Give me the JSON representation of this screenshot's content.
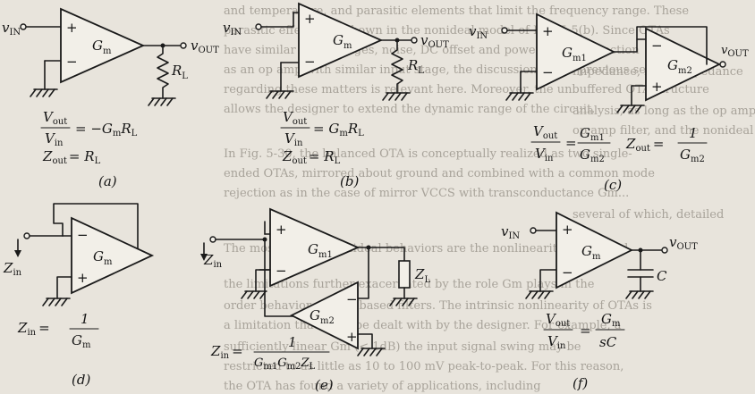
{
  "background_text": [
    "and temperature, and parasitic elements that limit the frequency range. These",
    "parasitic effects are shown in the nonideal model of Fig. 5-5(b). Since OTAs",
    "have similar input ranges, noise, DC offset and power supply rejection",
    "as an op amp with similar input stage, the discussion in the previous sections",
    "regarding these matters is relevant here. Moreover, the unbuffered OTA structure",
    "allows the designer to extend the dynamic range of the circuit.",
    "In Fig. 5-30, the balanced OTA is conceptually realized as two single-",
    "ended OTAs, mirrored about ground and combined with a common mode",
    "rejection as in the case of mirror VCCS with transconductance Gm...",
    "The most limiting nonideal behaviors are the nonlinearity of Gm and",
    "the limitations further exacerbated by the role Gm plays in the",
    "order behavior of OTA-based filters. The intrinsic nonlinearity of OTAs is",
    "a limitation that must be dealt with by the designer. For example, a",
    "sufficiently linear Gm (< 1dB) the input signal swing may be",
    "restricted to as little as 10 to 100 mV peak-to-peak. For this reason,",
    "the OTA has found a variety of applications, including",
    "op amp filter, and the nonideal op amp",
    "analysis, as long as the op amp was",
    "impedance, input impedance",
    "several of which, detailed"
  ],
  "circuits": {
    "a": {
      "caption": "(a)",
      "input": "v",
      "input_sub": "IN",
      "output": "v",
      "output_sub": "OUT",
      "amp_label": "G",
      "amp_sub": "m",
      "load": "R",
      "load_sub": "L",
      "ratio_num": "V",
      "ratio_num_sub": "out",
      "ratio_den": "V",
      "ratio_den_sub": "in",
      "ratio_rhs": "= −G",
      "ratio_rhs_sub": "m",
      "ratio_rhs_tail": "R",
      "ratio_rhs_tail_sub": "L",
      "zout": "Z",
      "zout_sub": "out",
      "zout_rhs": "= R",
      "zout_rhs_sub": "L"
    },
    "b": {
      "caption": "(b)",
      "input": "v",
      "input_sub": "IN",
      "output": "v",
      "output_sub": "OUT",
      "amp_label": "G",
      "amp_sub": "m",
      "load": "R",
      "load_sub": "L",
      "ratio_num": "V",
      "ratio_num_sub": "out",
      "ratio_den": "V",
      "ratio_den_sub": "in",
      "ratio_rhs": "= G",
      "ratio_rhs_sub": "m",
      "ratio_rhs_tail": "R",
      "ratio_rhs_tail_sub": "L",
      "zout": "Z",
      "zout_sub": "out",
      "zout_rhs": "= R",
      "zout_rhs_sub": "L"
    },
    "c": {
      "caption": "(c)",
      "input": "v",
      "input_sub": "IN",
      "output": "v",
      "output_sub": "OUT",
      "amp1_label": "G",
      "amp1_sub": "m1",
      "amp2_label": "G",
      "amp2_sub": "m2",
      "ratio_num": "V",
      "ratio_num_sub": "out",
      "ratio_den": "V",
      "ratio_den_sub": "in",
      "ratio_eq": "=",
      "frac_num": "G",
      "frac_num_sub": "m1",
      "frac_den": "G",
      "frac_den_sub": "m2",
      "zout": "Z",
      "zout_sub": "out",
      "zout_eq": "=",
      "zout_num": "1",
      "zout_den": "G",
      "zout_den_sub": "m2"
    },
    "d": {
      "caption": "(d)",
      "input": "Z",
      "input_sub": "in",
      "amp_label": "G",
      "amp_sub": "m",
      "zin": "Z",
      "zin_sub": "in",
      "zin_eq": "=",
      "zin_num": "1",
      "zin_den": "G",
      "zin_den_sub": "m"
    },
    "e": {
      "caption": "(e)",
      "input": "Z",
      "input_sub": "in",
      "amp1_label": "G",
      "amp1_sub": "m1",
      "amp2_label": "G",
      "amp2_sub": "m2",
      "load": "Z",
      "load_sub": "L",
      "zin": "Z",
      "zin_sub": "in",
      "zin_eq": "=",
      "zin_num": "1",
      "zin_den_a": "G",
      "zin_den_a_sub": "m1",
      "zin_den_b": "G",
      "zin_den_b_sub": "m2",
      "zin_den_c": "Z",
      "zin_den_c_sub": "L"
    },
    "f": {
      "caption": "(f)",
      "input": "v",
      "input_sub": "IN",
      "output": "v",
      "output_sub": "OUT",
      "amp_label": "G",
      "amp_sub": "m",
      "cap": "C",
      "ratio_num": "V",
      "ratio_num_sub": "out",
      "ratio_den": "V",
      "ratio_den_sub": "in",
      "ratio_eq": "=",
      "frac_num": "G",
      "frac_num_sub": "m",
      "frac_den": "sC"
    }
  },
  "signs": {
    "plus": "+",
    "minus": "−"
  }
}
